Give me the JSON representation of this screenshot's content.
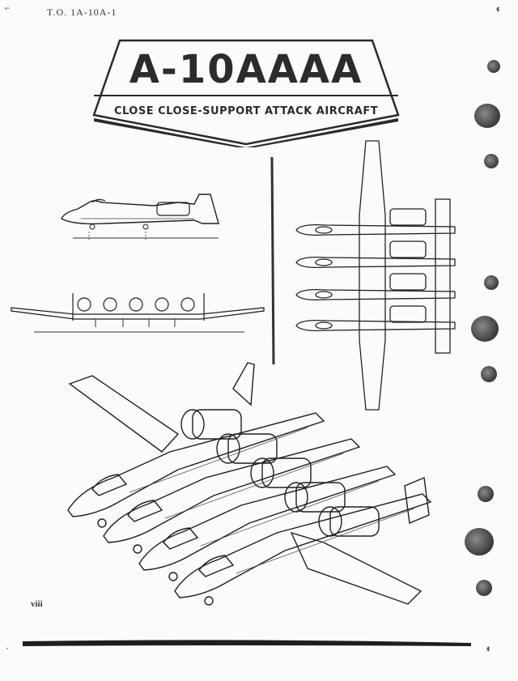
{
  "header": {
    "tech_order": "T.O. 1A-10A-1"
  },
  "title": {
    "main": "A-10AAAA",
    "subtitle": "CLOSE CLOSE-SUPPORT ATTACK AIRCRAFT"
  },
  "footer": {
    "page_number": "viii"
  },
  "drawings": {
    "side_view": "aircraft-side-view",
    "front_view": "aircraft-front-view",
    "top_view": "aircraft-top-view",
    "isometric_view": "aircraft-isometric-view"
  }
}
